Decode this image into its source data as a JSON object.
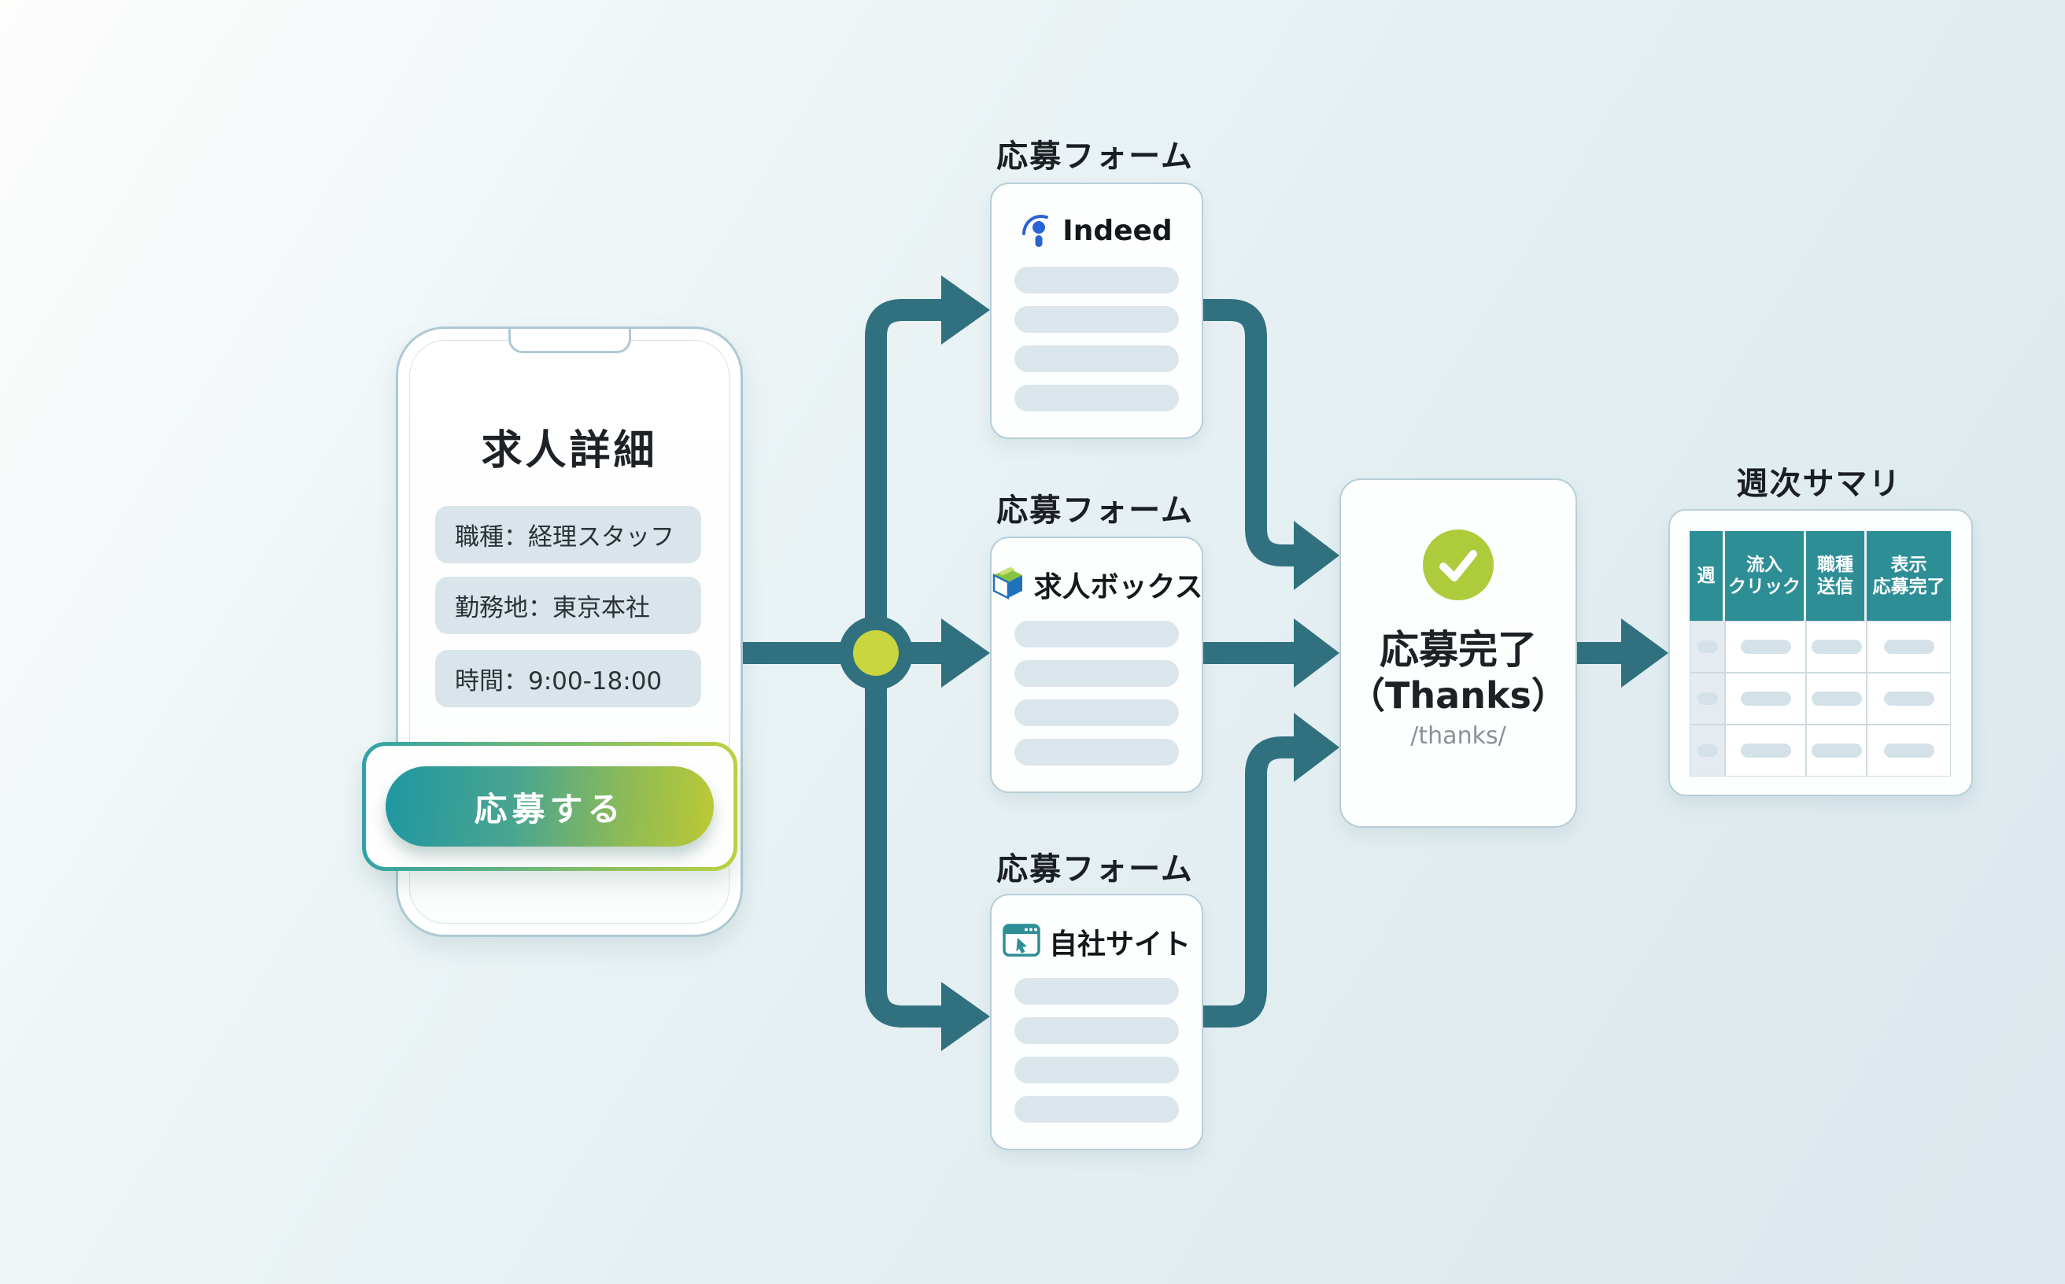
{
  "phone": {
    "title": "求人詳細",
    "fields": [
      "職種：経理スタッフ",
      "勤務地：東京本社",
      "時間：9:00-18:00"
    ],
    "apply_label": "応募する"
  },
  "forms": [
    {
      "label": "応募フォーム",
      "name": "Indeed"
    },
    {
      "label": "応募フォーム",
      "name": "求人ボックス"
    },
    {
      "label": "応募フォーム",
      "name": "自社サイト"
    }
  ],
  "thanks": {
    "title": "応募完了",
    "subtitle": "（Thanks）",
    "path": "/thanks/"
  },
  "summary": {
    "title": "週次サマリ",
    "columns": [
      "週",
      "流入\nクリック",
      "職種\n送信",
      "表示\n応募完了"
    ]
  },
  "colors": {
    "flow_teal": "#31717f",
    "junction_dot": "#c9d63e",
    "table_header_teal": "#2e8e96",
    "check_green": "#aecb3b",
    "button_gradient_start": "#1f97a1",
    "button_gradient_end": "#bcc935",
    "indeed_blue": "#2a63d4",
    "box_blue": "#1f72ba",
    "box_green": "#86c440"
  }
}
